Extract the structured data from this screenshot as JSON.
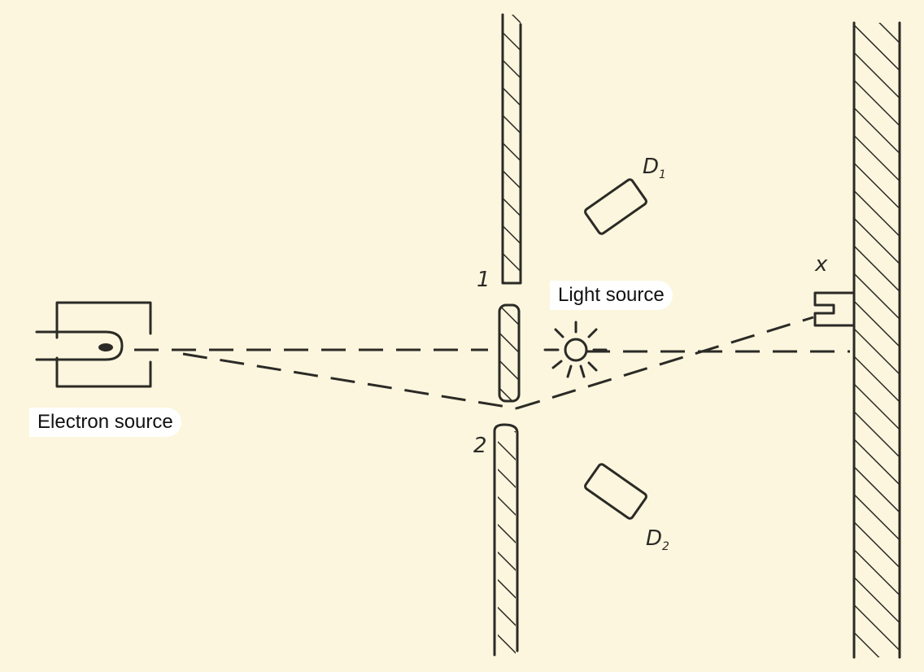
{
  "labels": {
    "light_source": "Light source",
    "electron_source": "Electron source",
    "slit_1": "1",
    "slit_2": "2",
    "detector_1": "D",
    "detector_1_sub": "1",
    "detector_2": "D",
    "detector_2_sub": "2",
    "point_x": "x"
  }
}
